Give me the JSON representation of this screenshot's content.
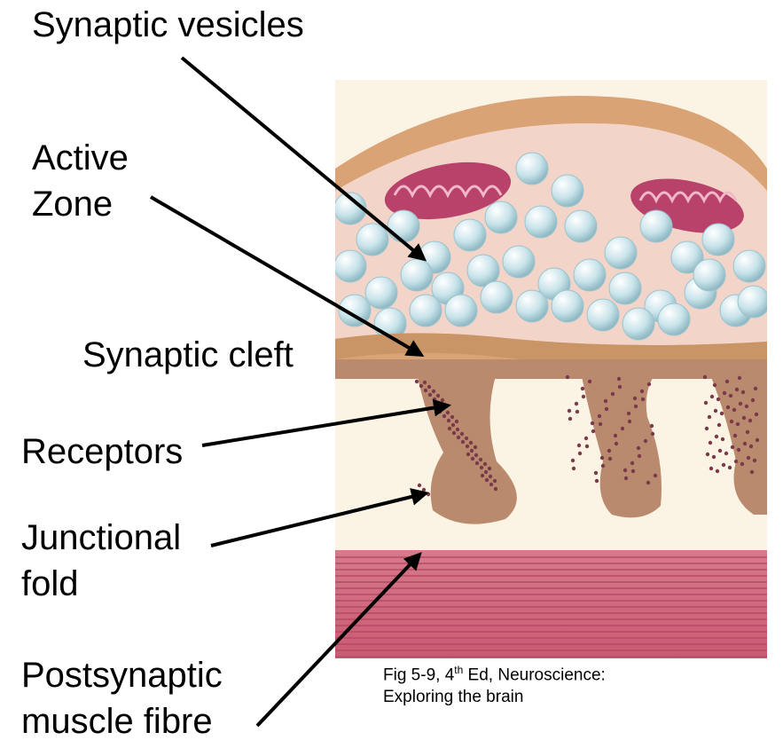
{
  "labels": {
    "synaptic_vesicles": "Synaptic vesicles",
    "active_zone_line1": "Active",
    "active_zone_line2": "Zone",
    "synaptic_cleft": "Synaptic cleft",
    "receptors": "Receptors",
    "junctional_fold_line1": "Junctional",
    "junctional_fold_line2": "fold",
    "postsynaptic_line1": "Postsynaptic",
    "postsynaptic_line2": "muscle fibre"
  },
  "caption": {
    "prefix": "Fig 5-9, 4",
    "superscript": "th",
    "suffix": " Ed, Neuroscience:",
    "line2": "Exploring the brain"
  },
  "colors": {
    "terminal_membrane": "#d9a376",
    "terminal_inside": "#f2d4c8",
    "vesicle": "#c8e3ea",
    "mitochondria": "#b8426a",
    "cleft": "#fbf4e4",
    "fold": "#b98a6e",
    "muscle": "#d2697f",
    "arrow": "#000000"
  }
}
